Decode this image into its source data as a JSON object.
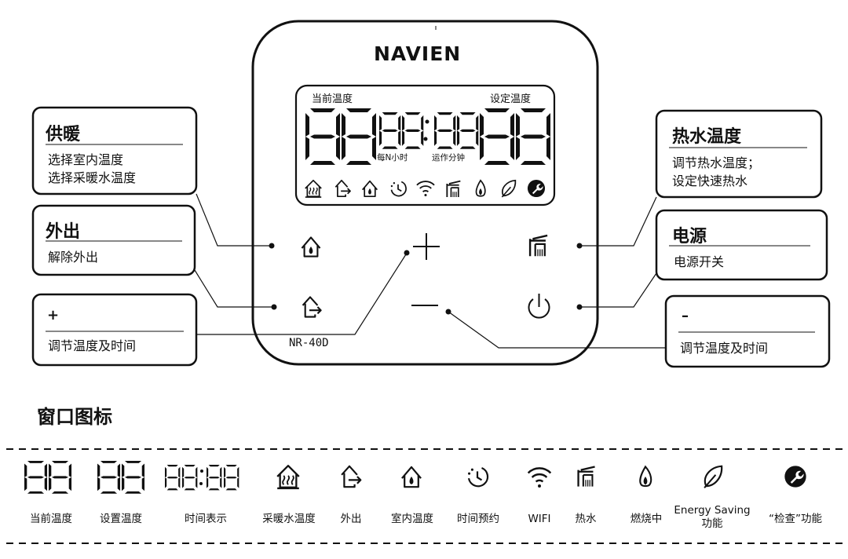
{
  "brand": "NAVIEN",
  "model": "NR-40D",
  "lcd": {
    "current_temp_label": "当前温度",
    "set_temp_label": "设定温度",
    "every_n_hours_label": "每N小时",
    "run_minutes_label": "运作分钟"
  },
  "callouts": {
    "heating": {
      "title": "供暖",
      "lines": [
        "选择室内温度",
        "选择采暖水温度"
      ]
    },
    "out": {
      "title": "外出",
      "lines": [
        "解除外出"
      ]
    },
    "plus": {
      "title": "+",
      "lines": [
        "调节温度及时间"
      ]
    },
    "hot_water": {
      "title": "热水温度",
      "lines": [
        "调节热水温度；",
        "设定快速热水"
      ]
    },
    "power": {
      "title": "电源",
      "lines": [
        "电源开关"
      ]
    },
    "minus": {
      "title": "–",
      "lines": [
        "调节温度及时间"
      ]
    }
  },
  "legend": {
    "title": "窗口图标",
    "items": [
      {
        "label": "当前温度",
        "icon": "two-digit-display-icon"
      },
      {
        "label": "设置温度",
        "icon": "two-digit-display-icon"
      },
      {
        "label": "时间表示",
        "icon": "clock-digits-display-icon"
      },
      {
        "label": "采暖水温度",
        "icon": "heating-water-icon"
      },
      {
        "label": "外出",
        "icon": "away-icon"
      },
      {
        "label": "室内温度",
        "icon": "indoor-temperature-icon"
      },
      {
        "label": "时间预约",
        "icon": "timer-icon"
      },
      {
        "label": "WIFI",
        "icon": "wifi-icon"
      },
      {
        "label": "热水",
        "icon": "hot-water-tap-icon"
      },
      {
        "label": "燃烧中",
        "icon": "flame-icon"
      },
      {
        "label": "Energy Saving",
        "label2": "功能",
        "icon": "leaf-icon"
      },
      {
        "label": "“检查”功能",
        "icon": "wrench-icon"
      }
    ]
  }
}
